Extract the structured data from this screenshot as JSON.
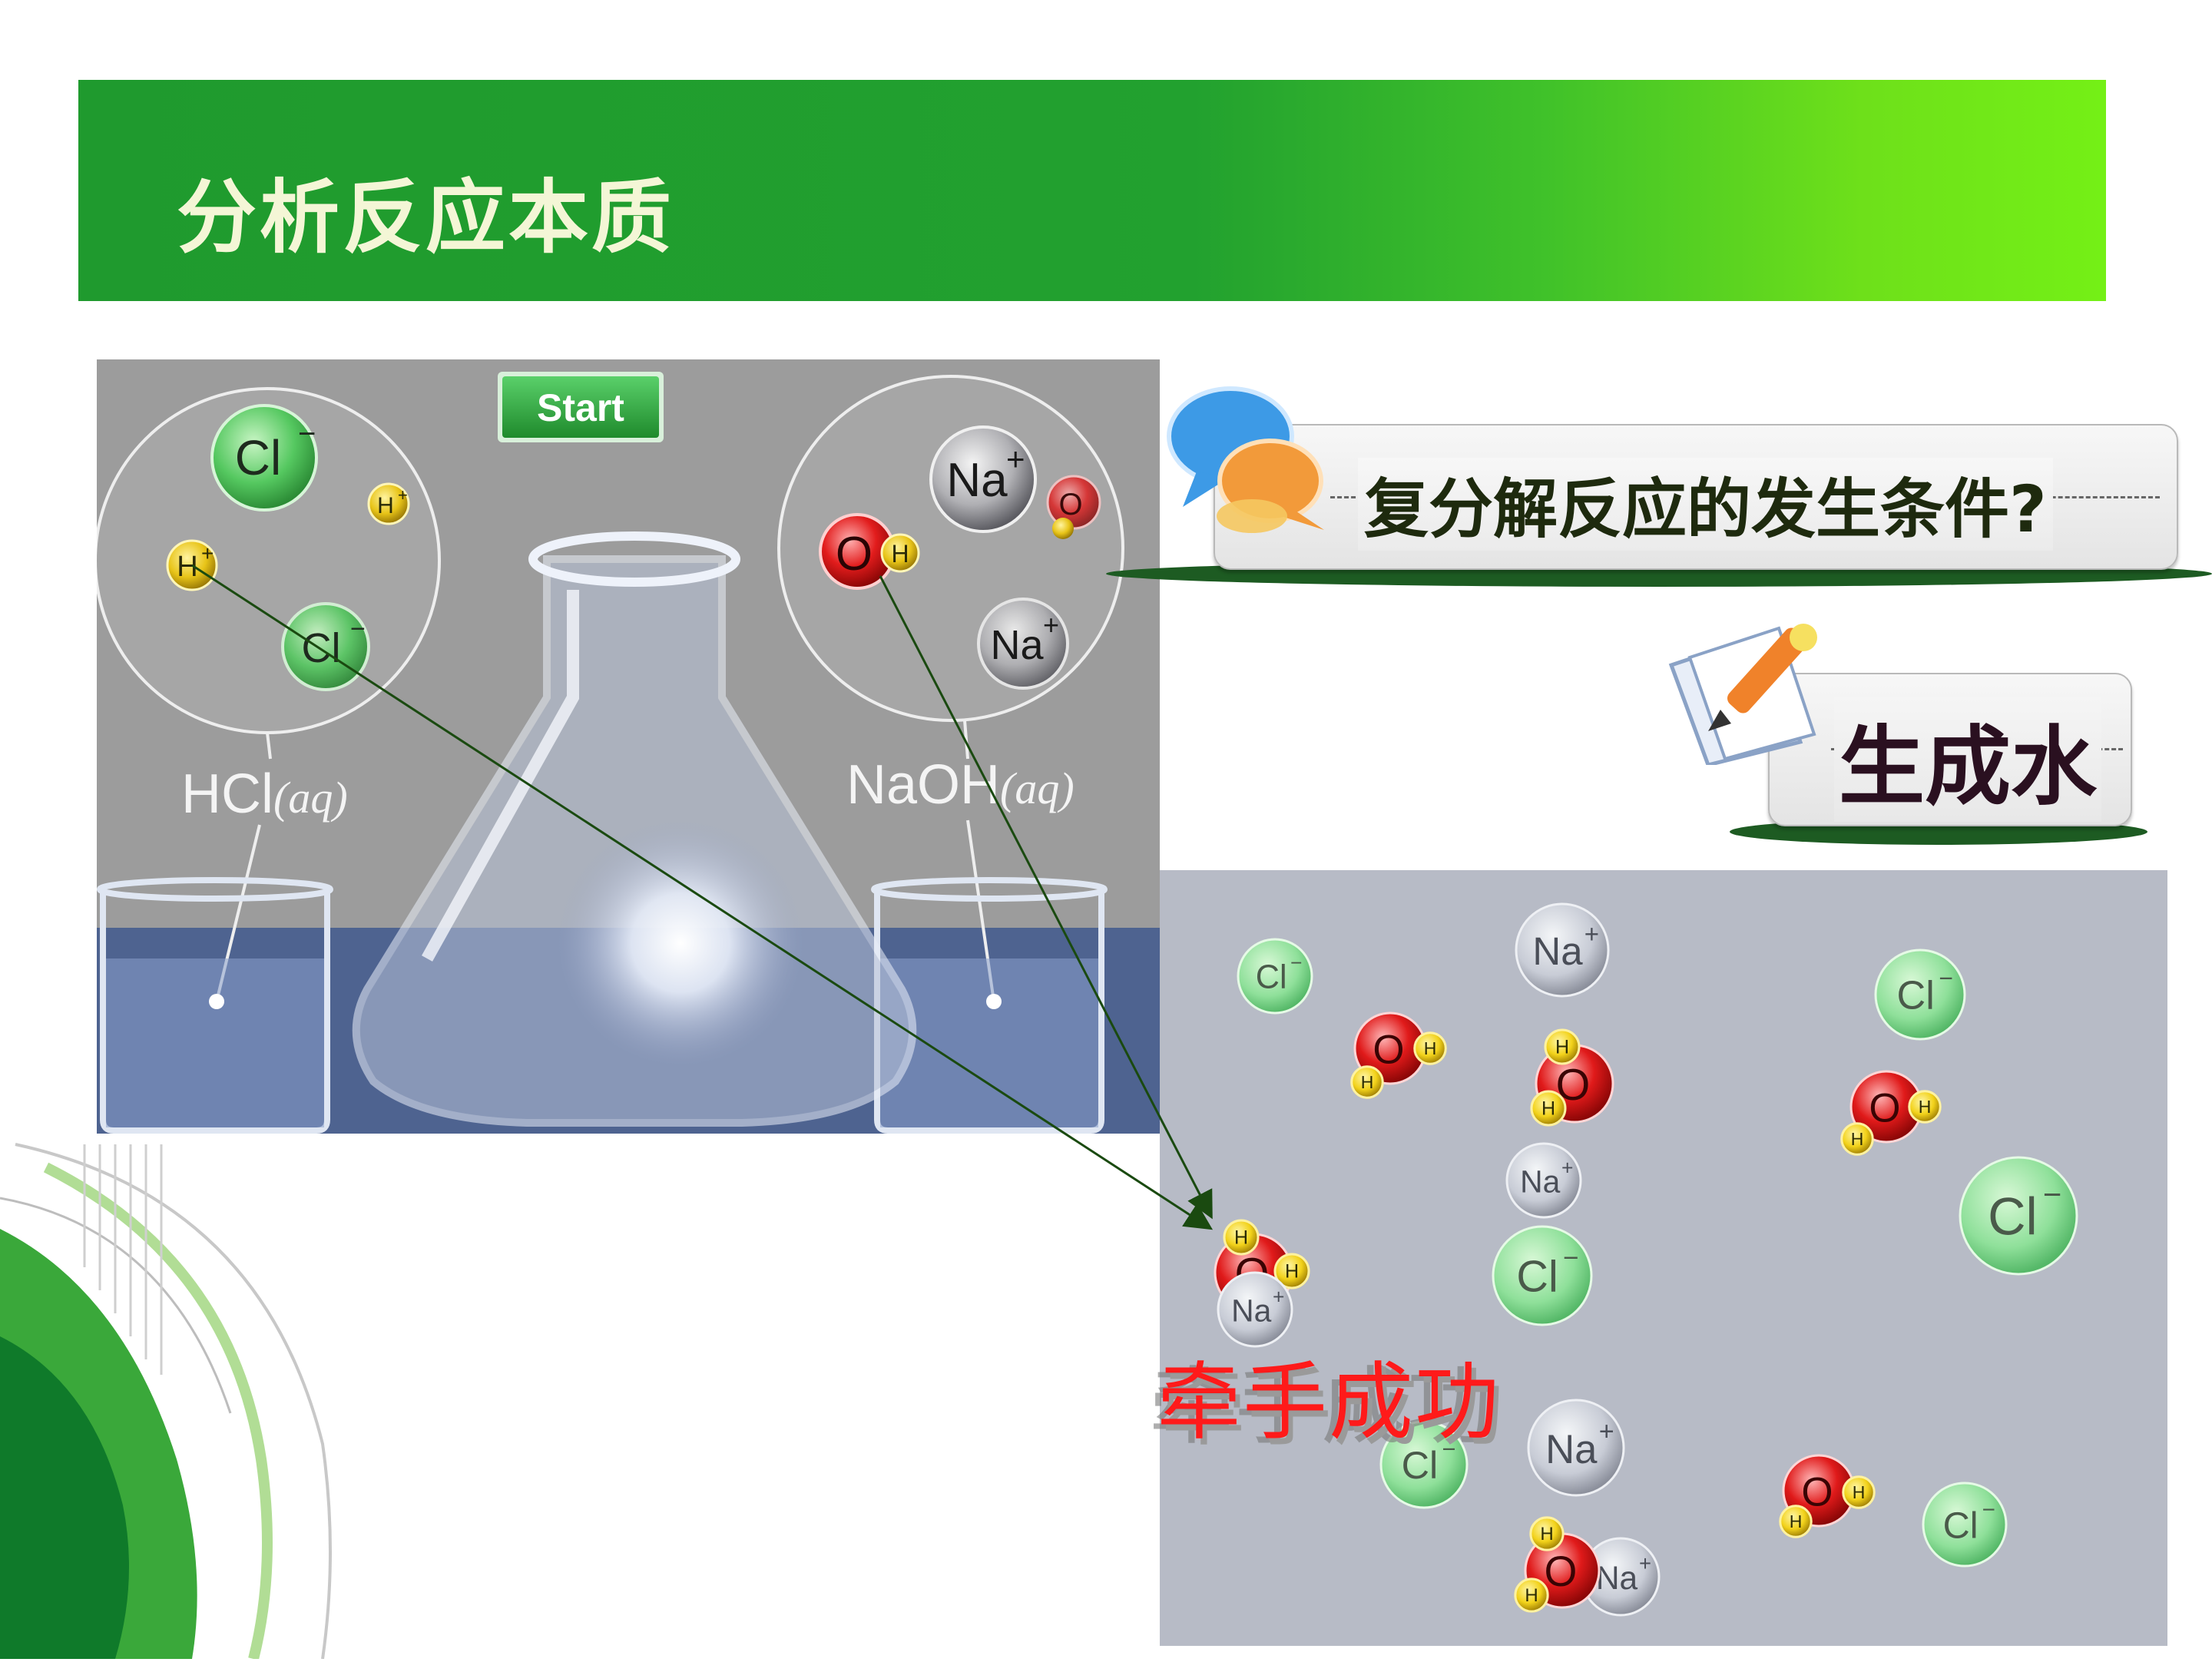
{
  "slide": {
    "title": "分析反应本质",
    "question": "复分解反应的发生条件?",
    "answer": "生成水",
    "success_label": "牵手成功"
  },
  "simulation": {
    "start_button": "Start",
    "left_solution": {
      "formula": "HCl",
      "state": "(aq)"
    },
    "right_solution": {
      "formula": "NaOH",
      "state": "(aq)"
    },
    "ions_left": [
      "Cl-",
      "H+",
      "H+",
      "Cl-"
    ],
    "ions_right": [
      "Na+",
      "O-H",
      "OH-",
      "Na+"
    ]
  },
  "ion_symbols": {
    "cl": "Cl",
    "na": "Na",
    "h": "H",
    "o": "O",
    "minus": "−",
    "plus": "+"
  },
  "colors": {
    "banner_start": "#1f9a2e",
    "banner_end": "#74f016",
    "chloride": "#8fe09a",
    "sodium": "#c8ccd6",
    "oxygen": "#e01a1a",
    "hydrogen": "#f2d21a",
    "success_text": "#ff1a1a",
    "arrow": "#1a4a10"
  },
  "icons": [
    "chat-bubbles-icon",
    "pencil-document-icon"
  ]
}
